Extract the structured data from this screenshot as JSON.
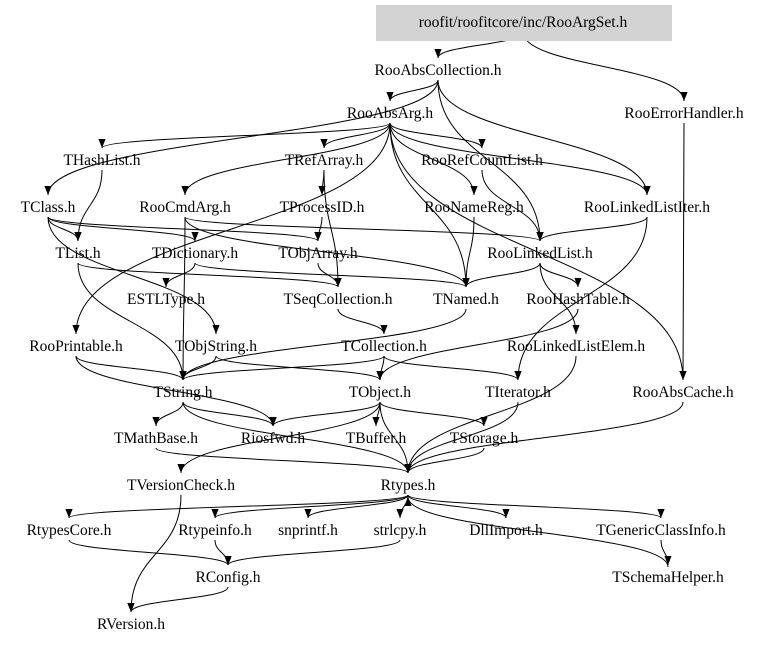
{
  "graph": {
    "root": "roofit/roofitcore/inc/RooArgSet.h",
    "root_fill": "#d3d3d3",
    "nodes": [
      "roofit/roofitcore/inc/RooArgSet.h",
      "RooAbsCollection.h",
      "RooErrorHandler.h",
      "RooAbsArg.h",
      "THashList.h",
      "TRefArray.h",
      "RooRefCountList.h",
      "TClass.h",
      "RooCmdArg.h",
      "TProcessID.h",
      "RooNameReg.h",
      "RooLinkedListIter.h",
      "TList.h",
      "TDictionary.h",
      "TObjArray.h",
      "RooLinkedList.h",
      "ESTLType.h",
      "TSeqCollection.h",
      "TNamed.h",
      "RooHashTable.h",
      "RooPrintable.h",
      "TObjString.h",
      "TCollection.h",
      "RooLinkedListElem.h",
      "TString.h",
      "TObject.h",
      "TIterator.h",
      "RooAbsCache.h",
      "TMathBase.h",
      "Riosfwd.h",
      "TBuffer.h",
      "TStorage.h",
      "TVersionCheck.h",
      "Rtypes.h",
      "RtypesCore.h",
      "Rtypeinfo.h",
      "snprintf.h",
      "strlcpy.h",
      "DllImport.h",
      "TGenericClassInfo.h",
      "RConfig.h",
      "TSchemaHelper.h",
      "RVersion.h"
    ],
    "edges": [
      [
        "roofit/roofitcore/inc/RooArgSet.h",
        "RooAbsCollection.h"
      ],
      [
        "roofit/roofitcore/inc/RooArgSet.h",
        "RooErrorHandler.h"
      ],
      [
        "RooAbsCollection.h",
        "RooAbsArg.h"
      ],
      [
        "RooAbsCollection.h",
        "TClass.h"
      ],
      [
        "RooAbsCollection.h",
        "RooLinkedListIter.h"
      ],
      [
        "RooAbsCollection.h",
        "RooLinkedList.h"
      ],
      [
        "RooAbsArg.h",
        "THashList.h"
      ],
      [
        "RooAbsArg.h",
        "TRefArray.h"
      ],
      [
        "RooAbsArg.h",
        "RooRefCountList.h"
      ],
      [
        "RooAbsArg.h",
        "RooNameReg.h"
      ],
      [
        "RooAbsArg.h",
        "RooCmdArg.h"
      ],
      [
        "RooAbsArg.h",
        "RooPrintable.h"
      ],
      [
        "RooAbsArg.h",
        "RooAbsCache.h"
      ],
      [
        "RooAbsArg.h",
        "RooLinkedListIter.h"
      ],
      [
        "RooAbsArg.h",
        "TNamed.h"
      ],
      [
        "THashList.h",
        "TList.h"
      ],
      [
        "TRefArray.h",
        "TProcessID.h"
      ],
      [
        "TRefArray.h",
        "TSeqCollection.h"
      ],
      [
        "RooRefCountList.h",
        "RooLinkedList.h"
      ],
      [
        "RooNameReg.h",
        "TNamed.h"
      ],
      [
        "RooLinkedListIter.h",
        "RooLinkedList.h"
      ],
      [
        "RooLinkedListIter.h",
        "TIterator.h"
      ],
      [
        "TClass.h",
        "TDictionary.h"
      ],
      [
        "TClass.h",
        "TObjArray.h"
      ],
      [
        "TClass.h",
        "TObjString.h"
      ],
      [
        "TClass.h",
        "TList.h"
      ],
      [
        "RooCmdArg.h",
        "TNamed.h"
      ],
      [
        "RooCmdArg.h",
        "RooLinkedList.h"
      ],
      [
        "RooCmdArg.h",
        "TString.h"
      ],
      [
        "TProcessID.h",
        "TObjArray.h"
      ],
      [
        "TList.h",
        "TSeqCollection.h"
      ],
      [
        "TList.h",
        "TString.h"
      ],
      [
        "TDictionary.h",
        "TNamed.h"
      ],
      [
        "TDictionary.h",
        "ESTLType.h"
      ],
      [
        "TObjArray.h",
        "TSeqCollection.h"
      ],
      [
        "RooLinkedList.h",
        "RooHashTable.h"
      ],
      [
        "RooLinkedList.h",
        "TNamed.h"
      ],
      [
        "RooLinkedList.h",
        "RooLinkedListElem.h"
      ],
      [
        "TSeqCollection.h",
        "TCollection.h"
      ],
      [
        "TNamed.h",
        "TString.h"
      ],
      [
        "RooHashTable.h",
        "TObject.h"
      ],
      [
        "RooPrintable.h",
        "TString.h"
      ],
      [
        "RooPrintable.h",
        "Riosfwd.h"
      ],
      [
        "TObjString.h",
        "TString.h"
      ],
      [
        "TObjString.h",
        "TObject.h"
      ],
      [
        "TCollection.h",
        "TString.h"
      ],
      [
        "TCollection.h",
        "TIterator.h"
      ],
      [
        "TCollection.h",
        "TObject.h"
      ],
      [
        "RooLinkedListElem.h",
        "Rtypes.h"
      ],
      [
        "TString.h",
        "Riosfwd.h"
      ],
      [
        "TString.h",
        "TMathBase.h"
      ],
      [
        "TString.h",
        "Rtypes.h"
      ],
      [
        "TObject.h",
        "Riosfwd.h"
      ],
      [
        "TObject.h",
        "TBuffer.h"
      ],
      [
        "TObject.h",
        "TStorage.h"
      ],
      [
        "TObject.h",
        "TVersionCheck.h"
      ],
      [
        "TObject.h",
        "Rtypes.h"
      ],
      [
        "TIterator.h",
        "Rtypes.h"
      ],
      [
        "RooAbsCache.h",
        "Rtypes.h"
      ],
      [
        "RooErrorHandler.h",
        "RooAbsCache.h"
      ],
      [
        "TMathBase.h",
        "Rtypes.h"
      ],
      [
        "TStorage.h",
        "Rtypes.h"
      ],
      [
        "Rtypes.h",
        "RtypesCore.h"
      ],
      [
        "Rtypes.h",
        "Rtypeinfo.h"
      ],
      [
        "Rtypes.h",
        "snprintf.h"
      ],
      [
        "Rtypes.h",
        "strlcpy.h"
      ],
      [
        "Rtypes.h",
        "DllImport.h"
      ],
      [
        "Rtypes.h",
        "TGenericClassInfo.h"
      ],
      [
        "TSchemaHelper.h",
        "Rtypes.h"
      ],
      [
        "TGenericClassInfo.h",
        "TSchemaHelper.h"
      ],
      [
        "RtypesCore.h",
        "RConfig.h"
      ],
      [
        "Rtypeinfo.h",
        "RConfig.h"
      ],
      [
        "strlcpy.h",
        "RConfig.h"
      ],
      [
        "TVersionCheck.h",
        "RVersion.h"
      ],
      [
        "RConfig.h",
        "RVersion.h"
      ]
    ]
  }
}
